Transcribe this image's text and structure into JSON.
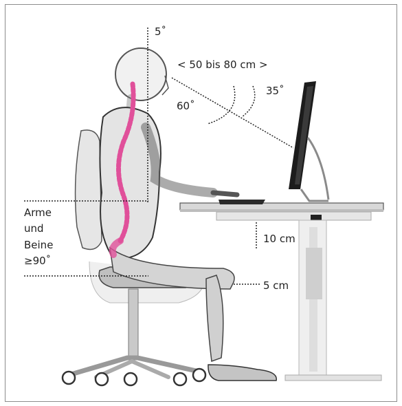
{
  "labels": {
    "head_tilt": "5˚",
    "distance": "< 50 bis 80 cm >",
    "view_upper": "35˚",
    "view_lower": "60˚",
    "arms_legs_line1": "Arme",
    "arms_legs_line2": "und",
    "arms_legs_line3": "Beine",
    "arms_legs_line4": "≥90˚",
    "desk_clearance": "10 cm",
    "knee_clearance": "5 cm"
  },
  "colors": {
    "spine": "#e0509a",
    "body": "#9a9a9a",
    "body_dark": "#3a3a3a",
    "furniture": "#dadada",
    "monitor": "#1a1a1a",
    "guide_lines": "#222222"
  },
  "icons": {
    "figure": "seated-person-icon",
    "chair": "office-chair-icon",
    "desk": "desk-icon",
    "monitor": "monitor-icon",
    "keyboard": "keyboard-icon"
  }
}
